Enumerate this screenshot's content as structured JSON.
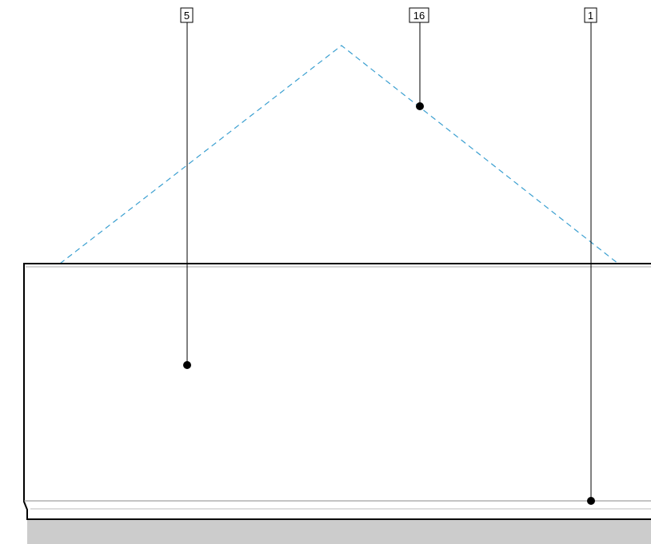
{
  "callouts": [
    {
      "id": "callout-5",
      "label": "5"
    },
    {
      "id": "callout-16",
      "label": "16"
    },
    {
      "id": "callout-1",
      "label": "1"
    }
  ],
  "colors": {
    "outline": "#000000",
    "dashed_profile": "#3a9fd0",
    "ground": "#cccccc",
    "inner_line": "#999999"
  }
}
